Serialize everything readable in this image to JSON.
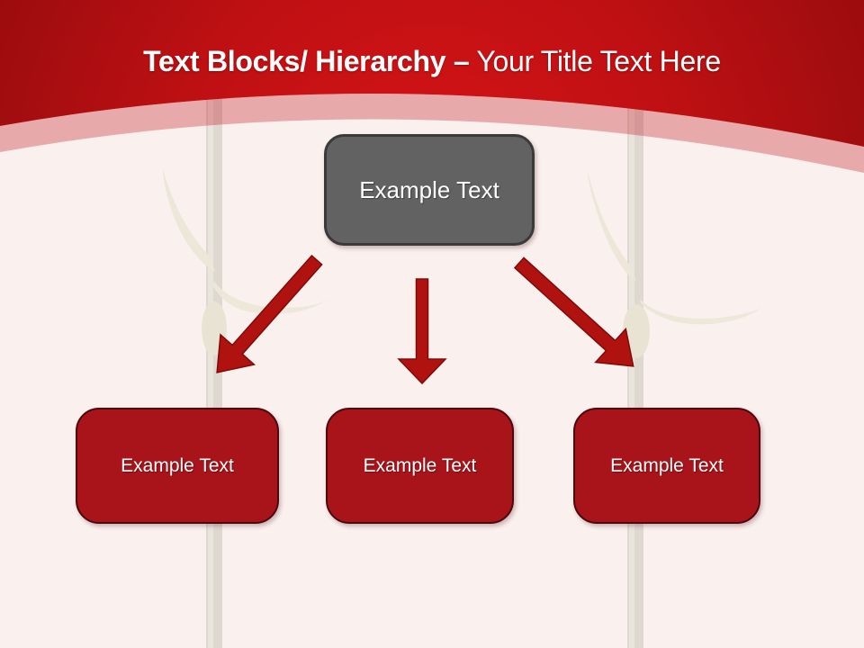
{
  "title": {
    "bold": "Text Blocks/ Hierarchy –",
    "regular": " Your Title Text Here"
  },
  "diagram": {
    "root": {
      "label": "Example Text"
    },
    "children": [
      {
        "label": "Example Text"
      },
      {
        "label": "Example Text"
      },
      {
        "label": "Example Text"
      }
    ]
  },
  "colors": {
    "background": "#faf0ee",
    "header_red_bright": "#d61417",
    "header_red_mid": "#c01013",
    "header_red_dark": "#9a0c0e",
    "band_pink_overlay": "#c41420",
    "root_box_fill": "#626262",
    "root_box_border": "#3a3a3a",
    "child_box_fill": "#a9141b",
    "child_box_border": "#4c080c",
    "arrow_fill": "#b01210",
    "arrow_outline": "#7f0a09",
    "seedling_leaf": "#eae6d4",
    "seedling_stem": "#d8d3c9",
    "text": "#ffffff"
  }
}
